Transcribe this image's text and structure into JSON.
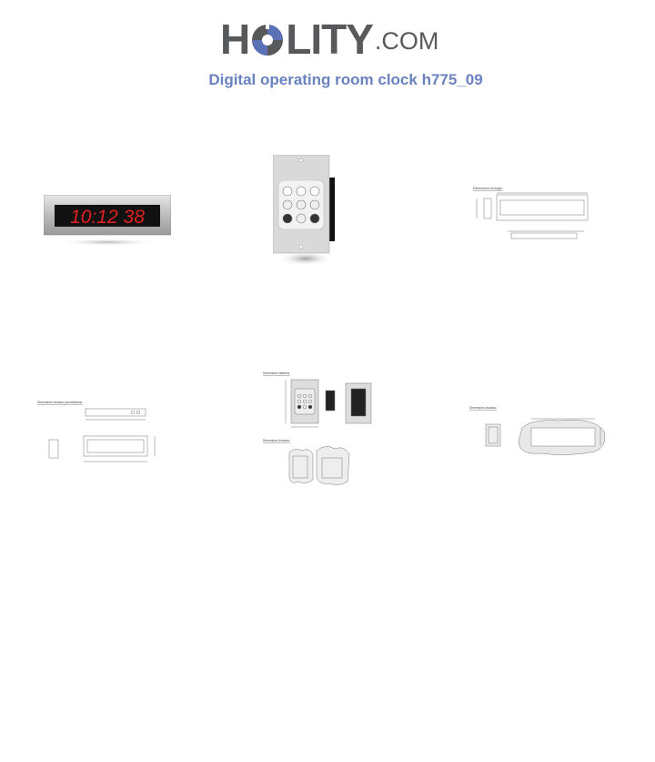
{
  "brand": {
    "logo_h": "H",
    "logo_rest": "LITY",
    "logo_suffix": ".COM",
    "colors": {
      "grey": "#58595b",
      "blue": "#5a72b5"
    }
  },
  "page": {
    "title": "Digital operating room clock h775_09",
    "title_color": "#6a82c0"
  },
  "gallery": {
    "clock_image": {
      "icon": "digital-clock-icon",
      "display_text": "10:12 38",
      "digit_color": "#e02020"
    },
    "keypad_image": {
      "icon": "keypad-icon"
    },
    "drawing_1": {
      "caption": "Dimensioni orologio:"
    },
    "drawing_2": {
      "caption": "Dimensioni incasso pannellatura:"
    },
    "drawing_3": {
      "caption_top": "Dimensioni tastiera:",
      "caption_bottom": "Dimensioni incasso:"
    },
    "drawing_4": {
      "caption": "Dimensioni incasso:"
    }
  }
}
